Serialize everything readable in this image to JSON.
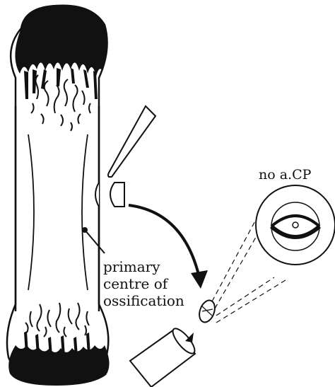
{
  "labels": {
    "no_acp": "no a.CP",
    "primary_line1": "primary",
    "primary_line2": "centre of",
    "primary_line3": "ossification"
  },
  "colors": {
    "ink": "#111111",
    "paper": "#ffffff"
  },
  "icons": {
    "bone": "long-bone-icon",
    "scalpel": "scalpel-icon",
    "explant": "explant-section-icon",
    "arrow": "curved-arrow-icon",
    "microscope": "microscope-objective-icon",
    "view": "magnified-view-icon"
  }
}
